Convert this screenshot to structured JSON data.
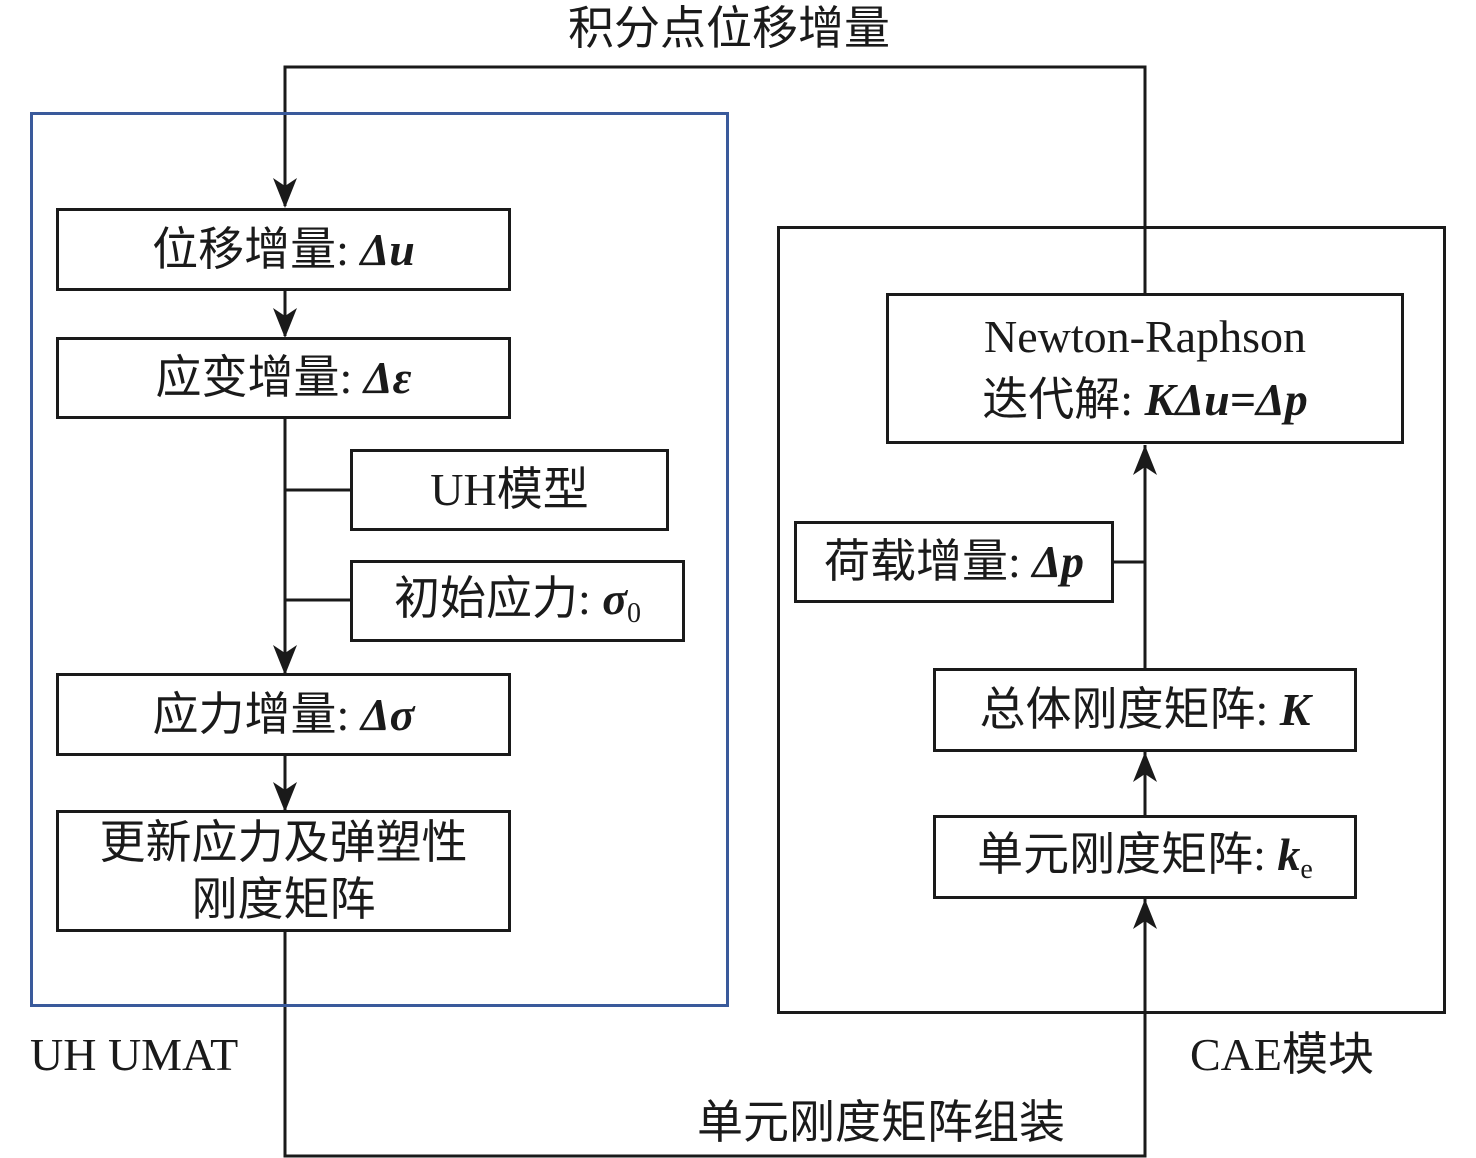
{
  "top_label": "积分点位移增量",
  "bottom_label": "单元刚度矩阵组装",
  "modules": {
    "left": {
      "name": "UH UMAT",
      "border_color": "#3a5a9b"
    },
    "right": {
      "name": "CAE模块",
      "border_color": "#1a1a1a"
    }
  },
  "left_flow": {
    "displacement": {
      "text": "位移增量: ",
      "symbol": "Δu"
    },
    "strain": {
      "text": "应变增量: ",
      "symbol": "Δε"
    },
    "uh_model": {
      "text": "UH模型"
    },
    "initial_stress": {
      "text": "初始应力: ",
      "symbol": "σ",
      "subscript": "0"
    },
    "stress": {
      "text": "应力增量: ",
      "symbol": "Δσ"
    },
    "update": {
      "line1": "更新应力及弹塑性",
      "line2": "刚度矩阵"
    }
  },
  "right_flow": {
    "newton": {
      "line1": "Newton-Raphson",
      "line2_text": "迭代解: ",
      "line2_symbol": "KΔu=Δp"
    },
    "load": {
      "text": "荷载增量: ",
      "symbol": "Δp"
    },
    "global_k": {
      "text": "总体刚度矩阵: ",
      "symbol": "K"
    },
    "element_k": {
      "text": "单元刚度矩阵: ",
      "symbol": "k",
      "subscript": "e"
    }
  }
}
